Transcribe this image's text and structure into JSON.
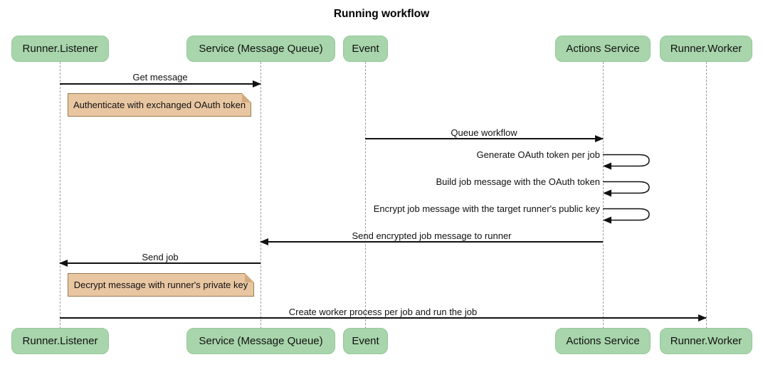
{
  "title": "Running workflow",
  "diagram_type": "sequence",
  "participants": [
    {
      "id": "runner-listener",
      "label": "Runner.Listener"
    },
    {
      "id": "service-message-queue",
      "label": "Service (Message Queue)"
    },
    {
      "id": "event",
      "label": "Event"
    },
    {
      "id": "actions-service",
      "label": "Actions Service"
    },
    {
      "id": "runner-worker",
      "label": "Runner.Worker"
    }
  ],
  "messages": [
    {
      "label": "Get message",
      "from": "Runner.Listener",
      "to": "Service (Message Queue)",
      "type": "arrow"
    },
    {
      "label": "Queue workflow",
      "from": "Event",
      "to": "Actions Service",
      "type": "arrow"
    },
    {
      "label": "Generate OAuth token per job",
      "from": "Actions Service",
      "to": "Actions Service",
      "type": "self"
    },
    {
      "label": "Build job message with the OAuth token",
      "from": "Actions Service",
      "to": "Actions Service",
      "type": "self"
    },
    {
      "label": "Encrypt job message with the target runner's public key",
      "from": "Actions Service",
      "to": "Actions Service",
      "type": "self"
    },
    {
      "label": "Send encrypted job message to runner",
      "from": "Actions Service",
      "to": "Service (Message Queue)",
      "type": "arrow"
    },
    {
      "label": "Send job",
      "from": "Service (Message Queue)",
      "to": "Runner.Listener",
      "type": "arrow"
    },
    {
      "label": "Create worker process per job and run the job",
      "from": "Runner.Listener",
      "to": "Runner.Worker",
      "type": "arrow"
    }
  ],
  "notes": [
    {
      "label": "Authenticate with exchanged OAuth token",
      "anchor": "Runner.Listener"
    },
    {
      "label": "Decrypt message with runner's private key",
      "anchor": "Runner.Listener"
    }
  ],
  "colors": {
    "participant_fill": "#a8d5ab",
    "participant_border": "#95c89b",
    "note_fill": "#e9c6a2",
    "note_border": "#9c7a4e",
    "note_fold": "#d3ab7d",
    "lifeline": "#999999",
    "arrow": "#111111",
    "background": "#ffffff",
    "text": "#111111"
  }
}
